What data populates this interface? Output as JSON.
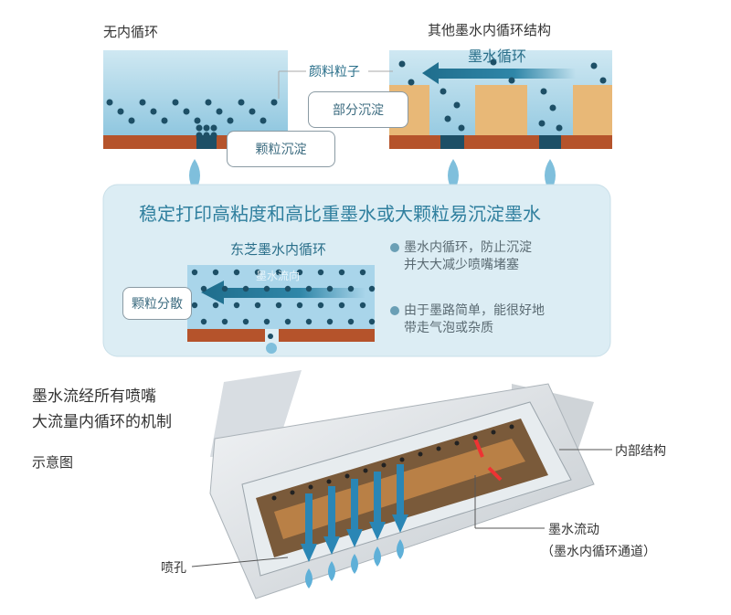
{
  "top": {
    "left_title": "无内循环",
    "right_title": "其他墨水内循环结构",
    "ink_circulation": "墨水循环",
    "pigment_label": "颜料粒子",
    "partial_sediment": "部分沉淀",
    "particle_sediment": "颗粒沉淀"
  },
  "middle": {
    "title": "稳定打印高粘度和高比重墨水或大颗粒易沉淀墨水",
    "sub_title": "东芝墨水内循环",
    "flow_label": "墨水流向",
    "disperse_label": "颗粒分散",
    "bullets": [
      {
        "line1": "墨水内循环，防止沉淀",
        "line2": "并大大减少喷嘴堵塞"
      },
      {
        "line1": "由于墨路简单，能很好地",
        "line2": "带走气泡或杂质"
      }
    ]
  },
  "bottom": {
    "caption_line1": "墨水流经所有喷嘴",
    "caption_line2": "大流量内循环的机制",
    "caption_line3": "示意图",
    "internal_structure": "内部结构",
    "ink_flow": "墨水流动",
    "ink_channel": "（墨水内循环通道）",
    "nozzle": "喷孔"
  },
  "colors": {
    "ink": "#bfe0ee",
    "dot": "#1d4f66",
    "brown": "#b5532b",
    "tan": "#e8b877",
    "accent": "#2f7f9e"
  }
}
